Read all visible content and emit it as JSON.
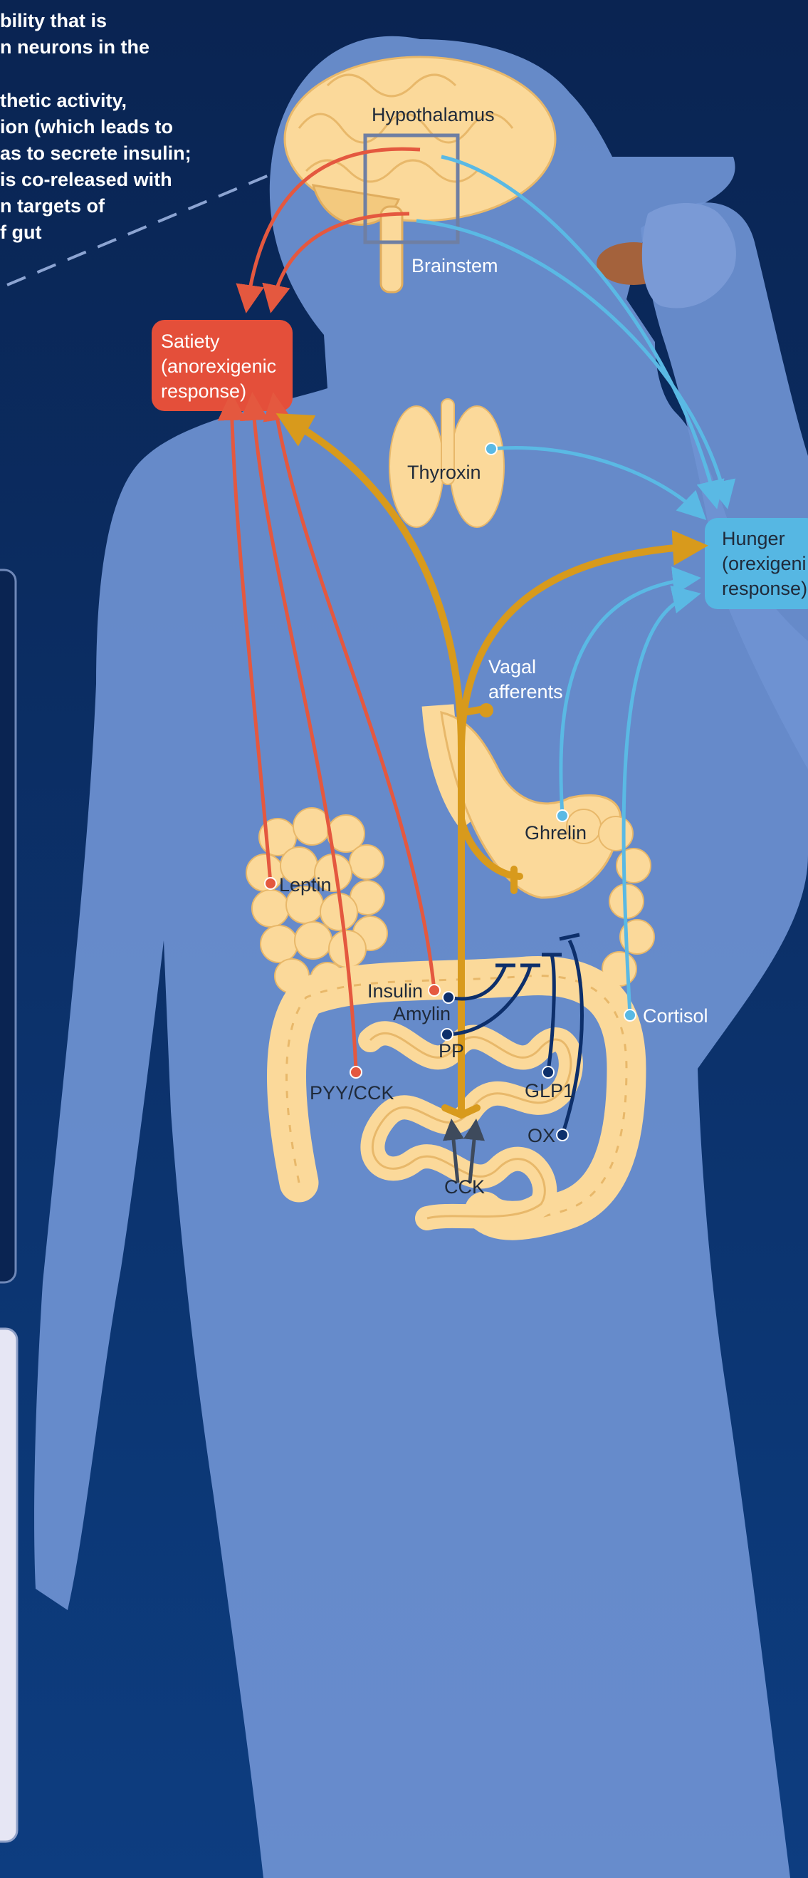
{
  "intro_lines": [
    "bility that is",
    "n neurons in the",
    "",
    "thetic activity,",
    "ion (which leads to",
    "as to secrete insulin;",
    "is co-released with",
    "n targets of",
    "f gut"
  ],
  "labels": {
    "hypothalamus": "Hypothalamus",
    "brainstem": "Brainstem",
    "satiety_1": "Satiety",
    "satiety_2": "(anorexigenic",
    "satiety_3": "response)",
    "hunger_1": "Hunger",
    "hunger_2": "(orexigeni",
    "hunger_3": "response)",
    "thyroxin": "Thyroxin",
    "vagal_1": "Vagal",
    "vagal_2": "afferents",
    "ghrelin": "Ghrelin",
    "leptin": "Leptin",
    "insulin": "Insulin",
    "amylin": "Amylin",
    "pp": "PP",
    "pyy_cck": "PYY/CCK",
    "glp1": "GLP1",
    "ox": "OX",
    "cck": "CCK",
    "cortisol": "Cortisol"
  },
  "colors": {
    "background": "#0b2a5e",
    "body": "#6f93d2",
    "satiety": "#e44f3a",
    "hunger": "#56b7e3",
    "vagal": "#d89a1c",
    "organ": "#fbd99a",
    "inhibit": "#0d2f6b"
  }
}
